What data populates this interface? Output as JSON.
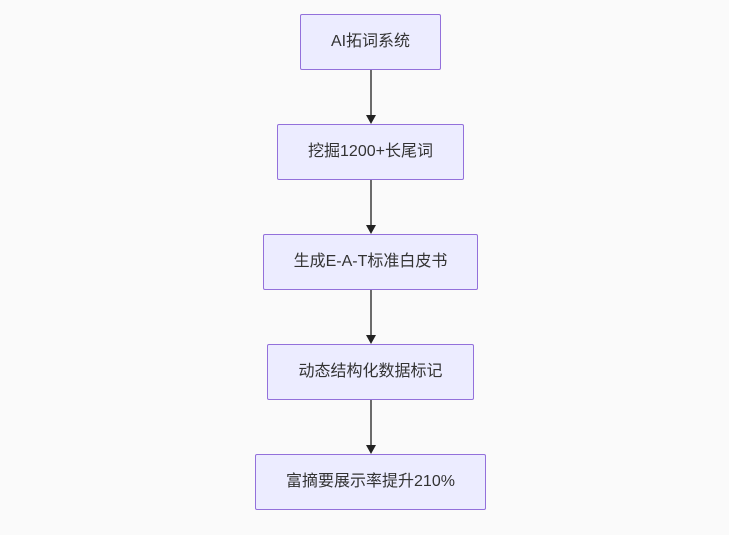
{
  "diagram": {
    "type": "flowchart-top-down",
    "background_color": "#fafafa",
    "node_fill_color": "#ECECFF",
    "node_border_color": "#9370DB",
    "node_text_color": "#333333",
    "edge_line_color": "#6b6b6b",
    "edge_arrowhead_color": "#222222",
    "nodes": [
      {
        "id": "n1",
        "label": "AI拓词系统"
      },
      {
        "id": "n2",
        "label": "挖掘1200+长尾词"
      },
      {
        "id": "n3",
        "label": "生成E-A-T标准白皮书"
      },
      {
        "id": "n4",
        "label": "动态结构化数据标记"
      },
      {
        "id": "n5",
        "label": "富摘要展示率提升210%"
      }
    ],
    "edges": [
      {
        "from": "n1",
        "to": "n2"
      },
      {
        "from": "n2",
        "to": "n3"
      },
      {
        "from": "n3",
        "to": "n4"
      },
      {
        "from": "n4",
        "to": "n5"
      }
    ]
  }
}
